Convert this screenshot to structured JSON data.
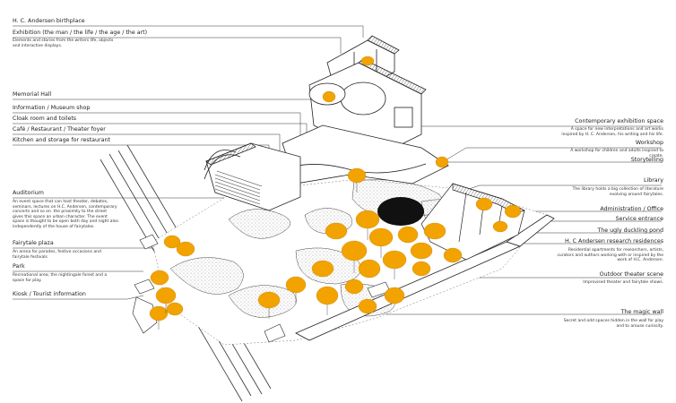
{
  "colors": {
    "tree": "#F2A300",
    "ink": "#1e1e1e",
    "hatch": "#9a9a9a",
    "pond": "#111111"
  },
  "left_labels": [
    {
      "id": "birthplace",
      "title": "H. C. Andersen birthplace"
    },
    {
      "id": "exhibition",
      "title": "Exhibition (the man / the life / the age / the art)",
      "desc": "Elements and stories from the writers life, objects and interactive displays."
    },
    {
      "id": "memorial",
      "title": "Memorial Hall"
    },
    {
      "id": "info",
      "title": "Information / Museum shop"
    },
    {
      "id": "cloak",
      "title": "Cloak room and toilets"
    },
    {
      "id": "cafe",
      "title": "Café / Restaurant / Theater foyer"
    },
    {
      "id": "kitchen",
      "title": "Kitchen and storage for restaurant"
    },
    {
      "id": "auditorium",
      "title": "Auditorium",
      "desc": "An event space that can host theater, debates, seminars, lectures on H.C. Andersen, contemporary concerts and so on. the proximity to the street gives this space an urban character. The event space is thought to be open both day and night also independently of the house of fairytales."
    },
    {
      "id": "fairytale",
      "title": "Fairytale plaza",
      "desc": "An arena for parades, festive occasions and fairytale festivals"
    },
    {
      "id": "park",
      "title": "Park",
      "desc": "Recreational area; the nightingale forest and a space for play."
    },
    {
      "id": "kiosk",
      "title": "Kiosk / Tourist information"
    }
  ],
  "right_labels": [
    {
      "id": "contemporary",
      "title": "Contemporary exhibition space",
      "desc": "A space for new interpretations and art works inspired by H. C. Andersen, his writing and his life."
    },
    {
      "id": "workshop",
      "title": "Workshop",
      "desc": "A workshop for children and adults inspired to create."
    },
    {
      "id": "storytelling",
      "title": "Storytelling"
    },
    {
      "id": "library",
      "title": "Library",
      "desc": "The library holds a big collection of literature evolving around fairytales."
    },
    {
      "id": "admin",
      "title": "Administration / Office"
    },
    {
      "id": "service",
      "title": "Service entrance"
    },
    {
      "id": "pond",
      "title": "The ugly duckling pond"
    },
    {
      "id": "residences",
      "title": "H. C Andersen research residences",
      "desc": "Residential apartments for researchers, artists, curators and authors working with or inspired by the work of H.C. Andersen."
    },
    {
      "id": "outdoor",
      "title": "Outdoor theater scene",
      "desc": "Improvised theater and fairytale shows."
    },
    {
      "id": "magic",
      "title": "The magic wall",
      "desc": "Secret and odd spaces hidden in the wall for play and to arouse curiosity."
    }
  ]
}
